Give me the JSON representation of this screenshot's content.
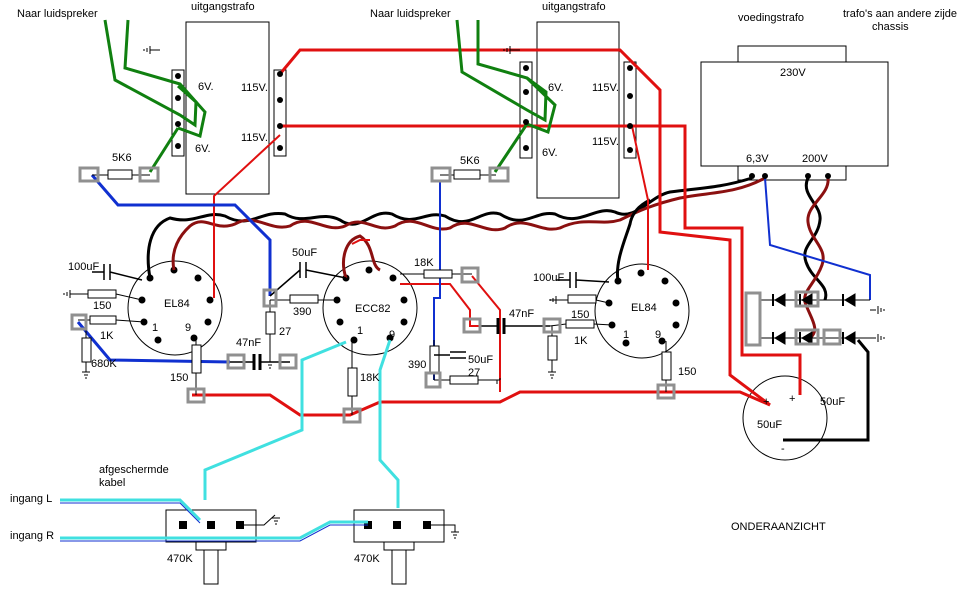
{
  "labels": {
    "speaker_left": "Naar luidspreker",
    "speaker_right": "Naar luidspreker",
    "out_trafo_left": "uitgangstrafo",
    "out_trafo_right": "uitgangstrafo",
    "power_trafo": "voedingstrafo",
    "trafo_note_1": "trafo's aan andere zijde",
    "trafo_note_2": "chassis",
    "v230": "230V",
    "v63": "6,3V",
    "v200": "200V",
    "t_6v_a": "6V.",
    "t_6v_b": "6V.",
    "t_115_a": "115V.",
    "t_115_b": "115V.",
    "t2_6v_a": "6V.",
    "t2_6v_b": "6V.",
    "t2_115_a": "115V.",
    "t2_115_b": "115V.",
    "r_5k6_left": "5K6",
    "r_5k6_right": "5K6",
    "c_100uf_left": "100uF",
    "c_100uf_right": "100uF",
    "r_150_left_top": "150",
    "r_150_right_top": "150",
    "r_1k_left": "1K",
    "r_1k_right": "1K",
    "r_680k": "680K",
    "r_150_left_bot": "150",
    "r_150_right_bot": "150",
    "tube_el84_left": "EL84",
    "tube_el84_right": "EL84",
    "tube_ecc82": "ECC82",
    "pin1_l": "1",
    "pin9_l": "9",
    "pin1_c": "1",
    "pin9_c": "9",
    "pin1_r": "1",
    "pin9_r": "9",
    "c_50uf_top": "50uF",
    "r_390_left": "390",
    "r_27_left": "27",
    "c_47nf_left": "47nF",
    "r_18k_top": "18K",
    "c_47nf_right": "47nF",
    "r_18k_mid": "18K",
    "r_390_right": "390",
    "c_50uf_mid": "50uF",
    "r_27_right": "27",
    "c_50uf_psu_in": "50uF",
    "c_50uf_psu_out": "50uF",
    "shielded_1": "afgeschermde",
    "shielded_2": "kabel",
    "input_l": "ingang L",
    "input_r": "ingang R",
    "pot_left": "470K",
    "pot_right": "470K",
    "view": "ONDERAANZICHT",
    "plus_a": "+",
    "plus_b": "+",
    "minus": "-"
  },
  "colors": {
    "red": "#e01010",
    "green": "#108010",
    "blue": "#1030d0",
    "darkred": "#8b1010",
    "black": "#000000",
    "cyan": "#40e0e0",
    "tag": "#909090"
  }
}
